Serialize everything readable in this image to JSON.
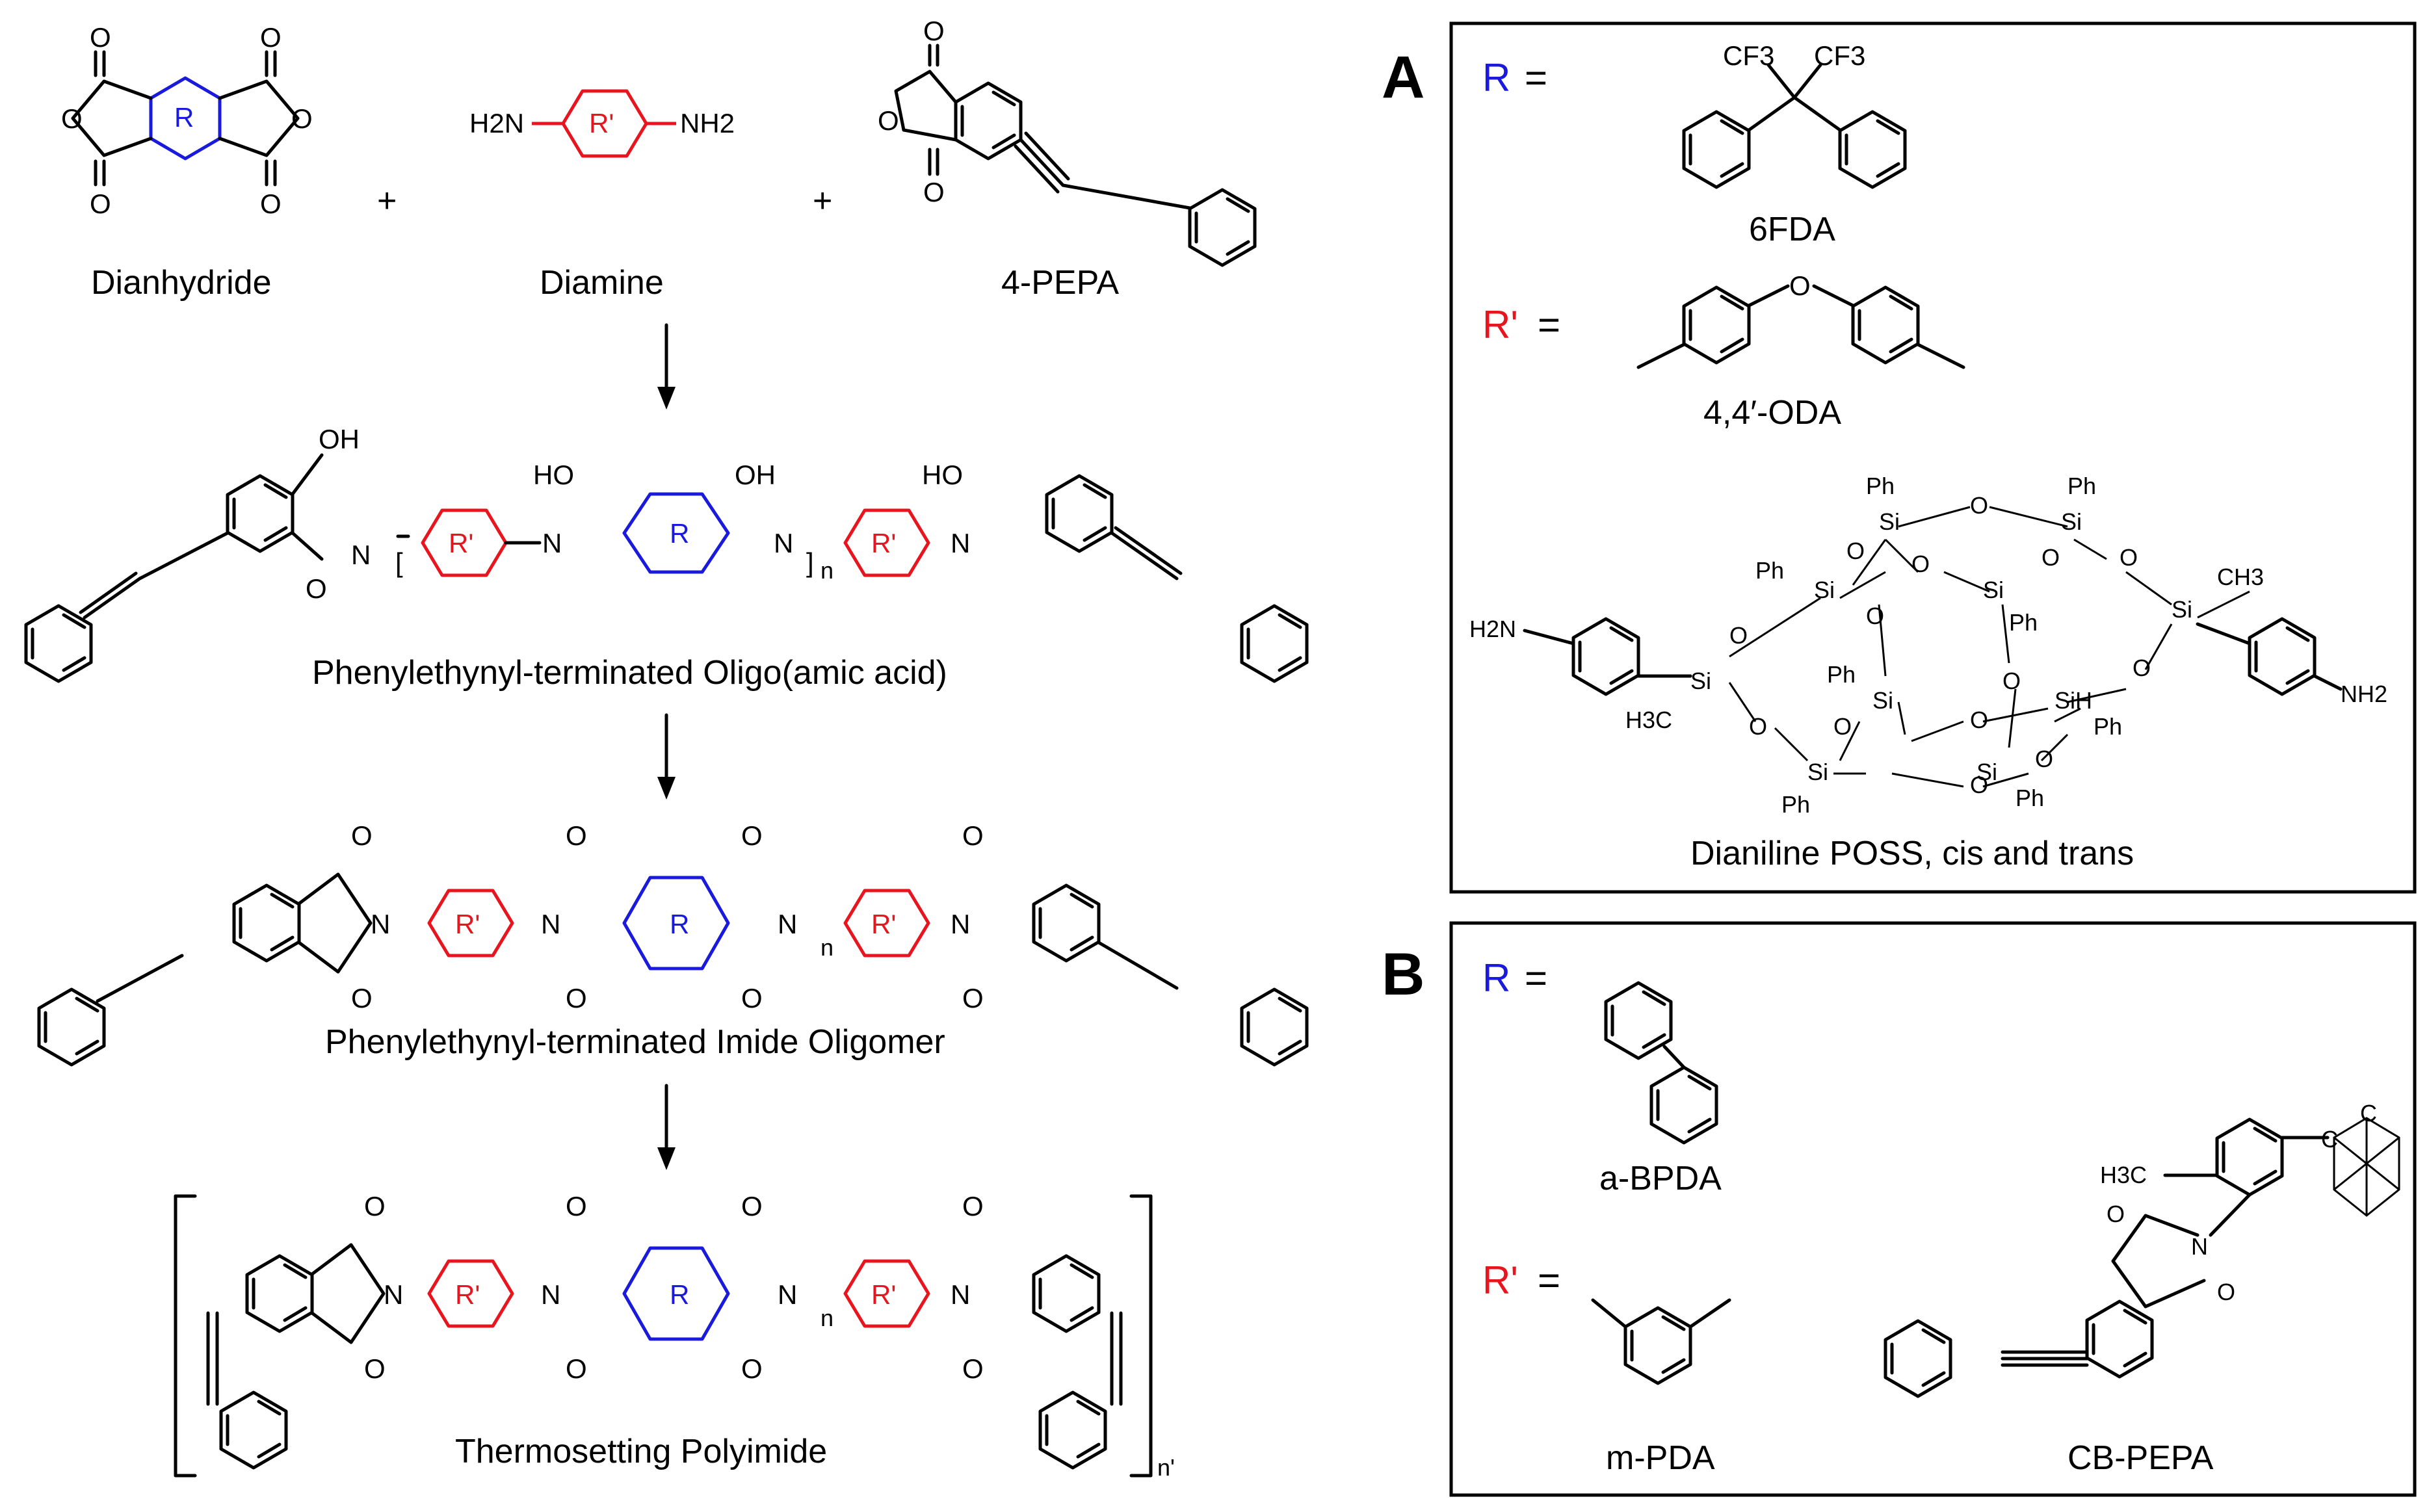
{
  "colors": {
    "R": "#1a1adc",
    "R_prime": "#e8141e",
    "text": "#000000"
  },
  "reactants": {
    "dianhydride": "Dianhydride",
    "diamine": "Diamine",
    "pepa": "4-PEPA",
    "plus": "+",
    "ring_R": "R",
    "ring_Rp": "R'",
    "h2n": "H2N",
    "nh2": "NH2"
  },
  "steps": {
    "oligo_acid": "Phenylethynyl-terminated Oligo(amic acid)",
    "imide_oligomer": "Phenylethynyl-terminated Imide Oligomer",
    "polyimide": "Thermosetting Polyimide"
  },
  "atoms": {
    "O": "O",
    "N": "N",
    "H": "H",
    "OH": "OH",
    "HO": "HO",
    "n": "n",
    "n_prime": "n'"
  },
  "panelA": {
    "letter": "A",
    "r_label": "R",
    "rp_label": "R'",
    "equals": "=",
    "cf3": "CF3",
    "r_name": "6FDA",
    "rp_name": "4,4′-ODA",
    "poss_name": "Dianiline POSS, cis and trans",
    "si": "Si",
    "sih": "SiH",
    "ph": "Ph",
    "o": "O",
    "ch3": "CH3",
    "h3c": "H3C",
    "h2n": "H2N",
    "nh2": "NH2"
  },
  "panelB": {
    "letter": "B",
    "r_label": "R",
    "rp_label": "R'",
    "equals": "=",
    "r_name": "a-BPDA",
    "rp_name": "m-PDA",
    "cb_name": "CB-PEPA",
    "h3c": "H3C",
    "c": "C",
    "n": "N",
    "o": "O"
  }
}
